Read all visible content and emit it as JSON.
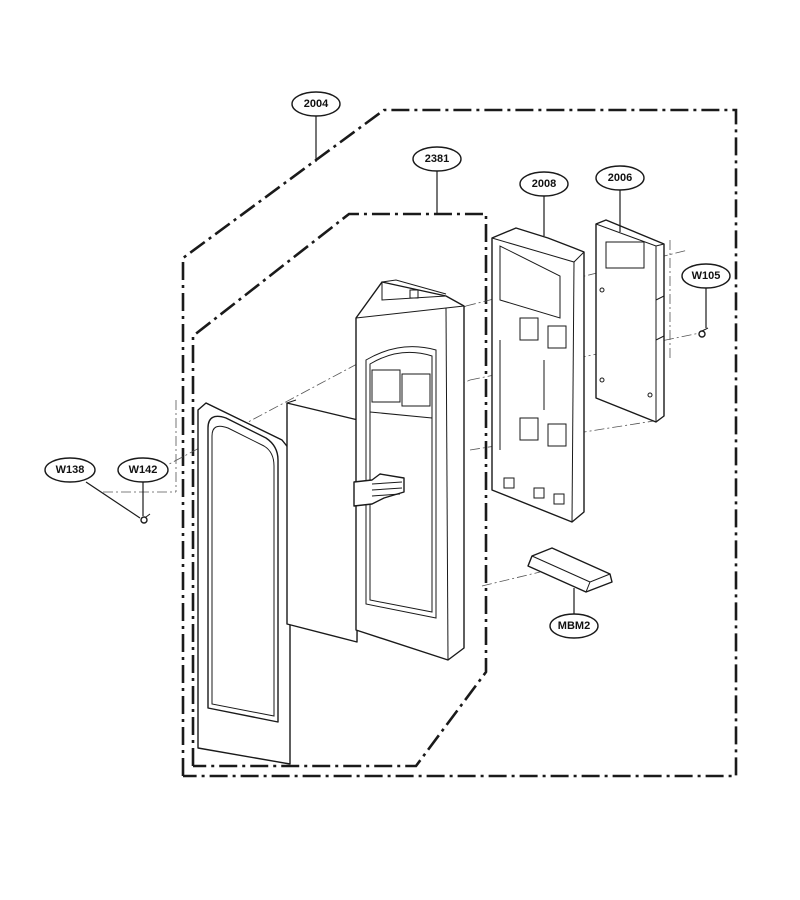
{
  "labels": {
    "c2004": "2004",
    "c2381": "2381",
    "c2008": "2008",
    "c2006": "2006",
    "w105": "W105",
    "w138": "W138",
    "w142": "W142",
    "mbm2": "MBM2"
  }
}
